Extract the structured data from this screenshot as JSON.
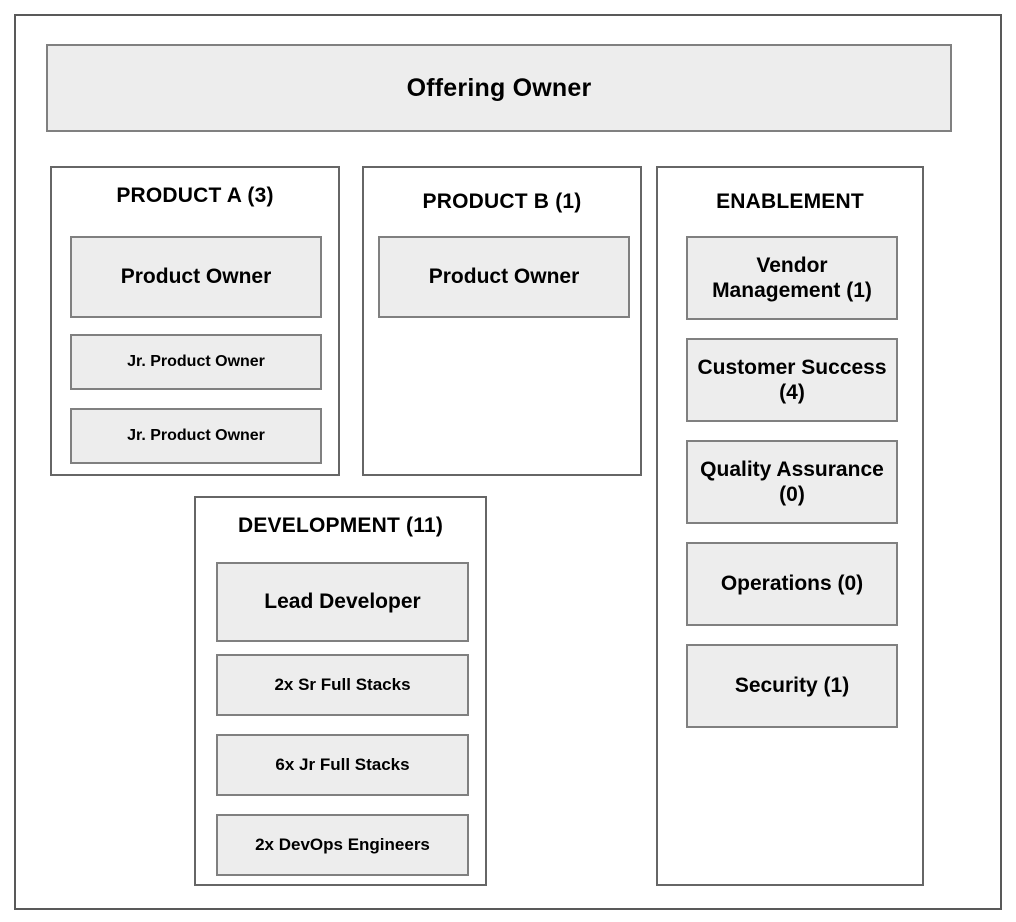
{
  "diagram": {
    "title": "Offering Owner",
    "colors": {
      "box_fill": "#ededed",
      "box_border": "#808080",
      "group_border": "#666666",
      "frame_border": "#595959",
      "canvas": "#ffffff",
      "text": "#000000"
    },
    "banner": {
      "label": "Offering Owner"
    },
    "groups": [
      {
        "id": "product-a",
        "title": "PRODUCT A (3)",
        "name": "PRODUCT A",
        "headcount": 3,
        "roles": [
          {
            "label": "Product Owner",
            "size": "lg"
          },
          {
            "label": "Jr. Product Owner",
            "size": "sm"
          },
          {
            "label": "Jr. Product Owner",
            "size": "sm"
          }
        ]
      },
      {
        "id": "product-b",
        "title": "PRODUCT B (1)",
        "name": "PRODUCT B",
        "headcount": 1,
        "roles": [
          {
            "label": "Product Owner",
            "size": "lg"
          }
        ]
      },
      {
        "id": "development",
        "title": "DEVELOPMENT (11)",
        "name": "DEVELOPMENT",
        "headcount": 11,
        "roles": [
          {
            "label": "Lead Developer",
            "size": "lg"
          },
          {
            "label": "2x Sr Full Stacks",
            "size": "md"
          },
          {
            "label": "6x Jr Full Stacks",
            "size": "md"
          },
          {
            "label": "2x DevOps Engineers",
            "size": "md"
          }
        ]
      },
      {
        "id": "enablement",
        "title": "ENABLEMENT",
        "name": "ENABLEMENT",
        "roles": [
          {
            "label": "Vendor Management (1)",
            "size": "lg"
          },
          {
            "label": "Customer Success (4)",
            "size": "lg"
          },
          {
            "label": "Quality Assurance (0)",
            "size": "lg"
          },
          {
            "label": "Operations (0)",
            "size": "lg"
          },
          {
            "label": "Security (1)",
            "size": "lg"
          }
        ]
      }
    ]
  }
}
